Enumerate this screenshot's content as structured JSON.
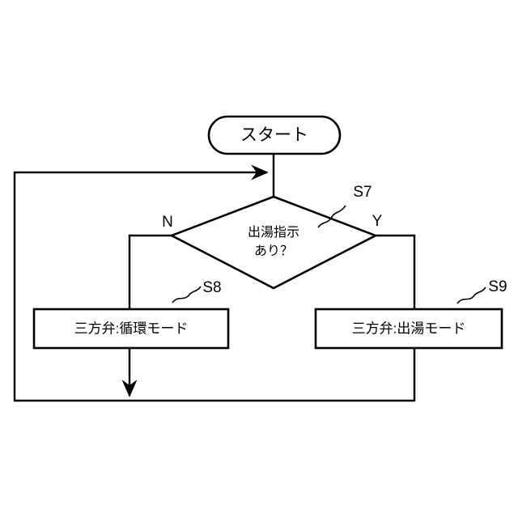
{
  "diagram": {
    "title_text": "",
    "background_color": "#ffffff",
    "line_color": "#000000",
    "nodes": {
      "start": {
        "label": "スタート",
        "shape": "stadium",
        "step_tag": ""
      },
      "decision": {
        "label_line1": "出湯指示",
        "label_line2": "あり？",
        "shape": "diamond",
        "step_tag": "S7",
        "branch_no": "N",
        "branch_yes": "Y"
      },
      "process_left": {
        "label": "三方弁:循環モード",
        "shape": "rectangle",
        "step_tag": "S8"
      },
      "process_right": {
        "label": "三方弁:出湯モード",
        "shape": "rectangle",
        "step_tag": "S9"
      }
    }
  }
}
